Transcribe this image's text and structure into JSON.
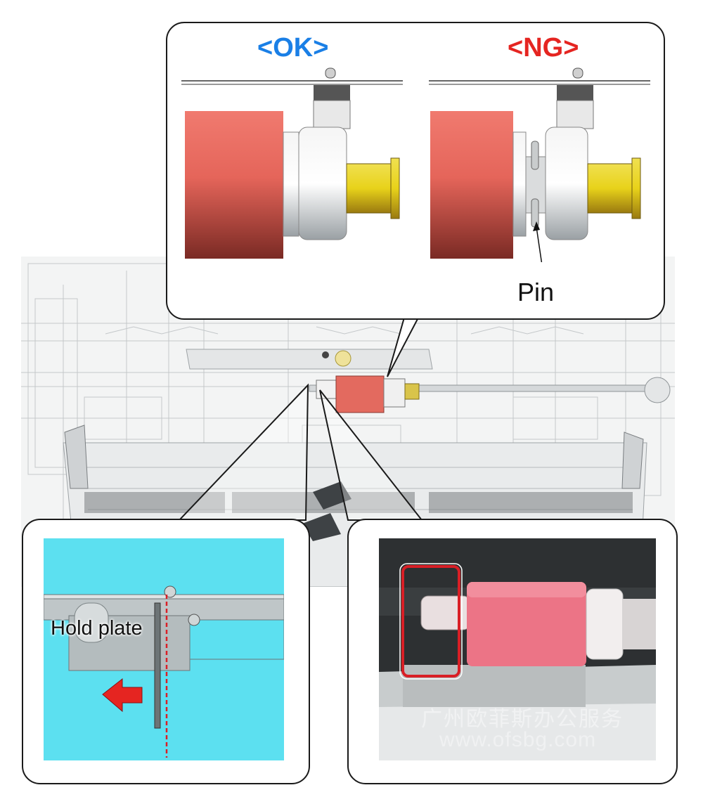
{
  "top_callout": {
    "ok_label": "<OK>",
    "ng_label": "<NG>",
    "pin_label": "Pin"
  },
  "bottom_left": {
    "hold_plate_label": "Hold plate"
  },
  "bottom_right": {
    "watermark_cn": "广州欧菲斯办公服务",
    "watermark_url": "www.ofsbg.com"
  },
  "colors": {
    "ok": "#1a7fe6",
    "ng": "#e52521",
    "roller": "#e06a5f",
    "shaft_yellow": "#e8d21a",
    "cyan_bg": "#5ce0f0",
    "highlight": "#d91f26"
  }
}
